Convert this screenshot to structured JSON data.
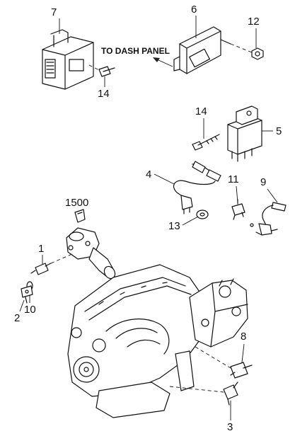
{
  "callouts": {
    "c7": "7",
    "c6": "6",
    "c12": "12",
    "c14a": "14",
    "c14b": "14",
    "c5": "5",
    "c4": "4",
    "c11": "11",
    "c9": "9",
    "c13": "13",
    "c1500": "1500",
    "c1": "1",
    "c2": "2",
    "c10": "10",
    "c8": "8",
    "c3": "3"
  },
  "annotation": {
    "to_dash_panel": "TO DASH PANEL"
  }
}
